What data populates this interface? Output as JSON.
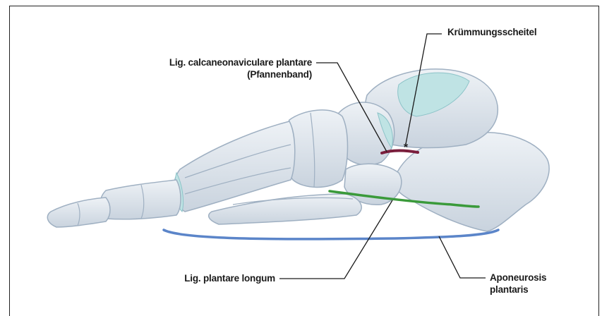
{
  "labels": {
    "kruemmungsscheitel": "Krümmungsscheitel",
    "calcaneonaviculare_line1": "Lig. calcaneonaviculare plantare",
    "calcaneonaviculare_line2": "(Pfannenband)",
    "plantare_longum": "Lig. plantare longum",
    "aponeurosis_line1": "Aponeurosis",
    "aponeurosis_line2": "plantaris"
  },
  "colors": {
    "bone_fill": "#dfe6ee",
    "bone_stroke": "#9fb0c2",
    "cartilage": "#bfe3e4",
    "ligament_calcaneonaviculare": "#7a1e3c",
    "ligament_plantare_longum": "#3a9a3a",
    "aponeurosis": "#5b85c9",
    "leader_line": "#1a1a1a"
  }
}
